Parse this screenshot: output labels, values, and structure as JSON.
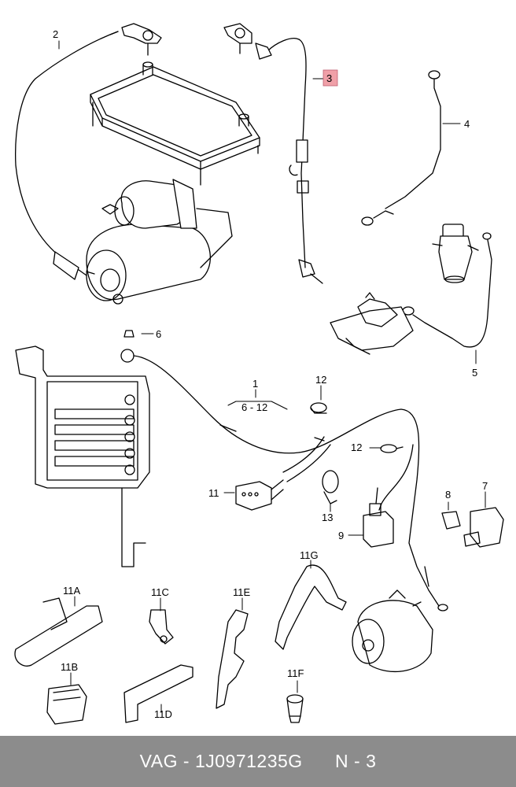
{
  "labels": {
    "l1": "1",
    "l1_range": "6 - 12",
    "l2": "2",
    "l3": "3",
    "l4": "4",
    "l5": "5",
    "l6": "6",
    "l7": "7",
    "l8": "8",
    "l9": "9",
    "l11": "11",
    "l12a": "12",
    "l12b": "12",
    "l13": "13",
    "l11A": "11A",
    "l11B": "11B",
    "l11C": "11C",
    "l11D": "11D",
    "l11E": "11E",
    "l11F": "11F",
    "l11G": "11G"
  },
  "footer": {
    "brand": "VAG",
    "sep": " - ",
    "part_number": "1J0971235G",
    "section": "N - 3"
  },
  "colors": {
    "highlight": "#f0a0a8",
    "footer_bg": "#8c8c8c"
  }
}
